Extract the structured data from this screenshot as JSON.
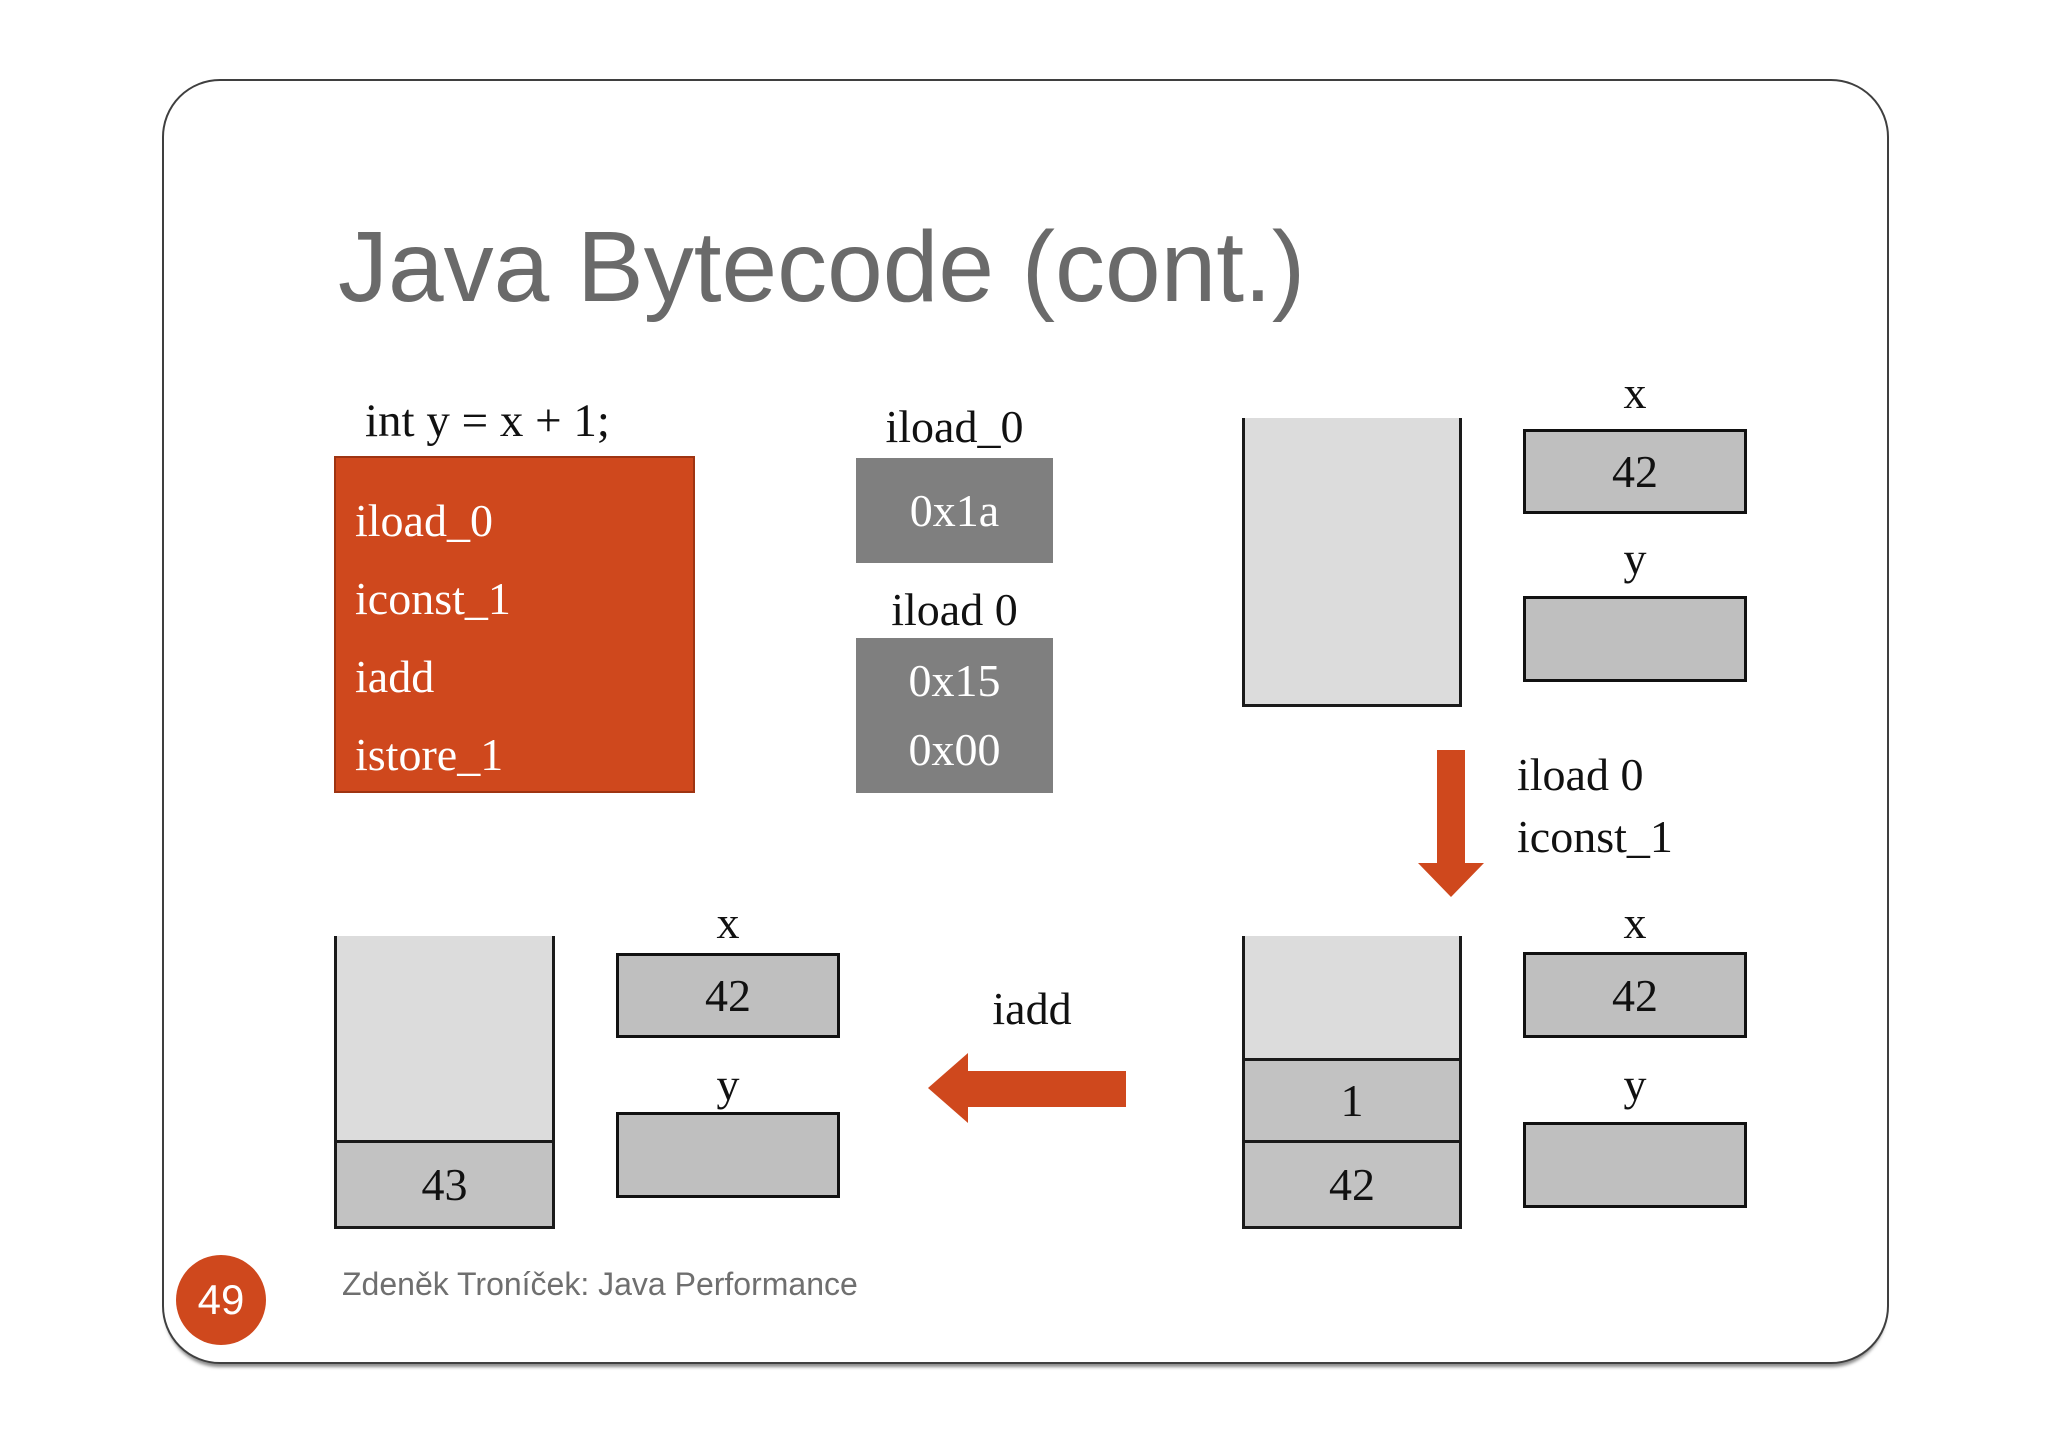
{
  "slide": {
    "title": "Java Bytecode (cont.)",
    "page_number": "49",
    "footer": "Zdeněk Troníček: Java Performance"
  },
  "source_code": "int y = x + 1;",
  "bytecode_box": {
    "lines": [
      "iload_0",
      "iconst_1",
      "iadd",
      "istore_1"
    ]
  },
  "encoding": {
    "iload0_label": "iload_0",
    "iload0_bytes": [
      "0x1a"
    ],
    "iload_label": "iload 0",
    "iload_bytes": [
      "0x15",
      "0x00"
    ]
  },
  "state_initial": {
    "x_label": "x",
    "x_value": "42",
    "y_label": "y",
    "y_value": ""
  },
  "transition_push": {
    "lines": [
      "iload 0",
      "iconst_1"
    ]
  },
  "state_pushed": {
    "stack": [
      "1",
      "42"
    ],
    "x_label": "x",
    "x_value": "42",
    "y_label": "y",
    "y_value": ""
  },
  "transition_add": {
    "label": "iadd"
  },
  "state_added": {
    "stack": [
      "43"
    ],
    "x_label": "x",
    "x_value": "42",
    "y_label": "y",
    "y_value": ""
  },
  "colors": {
    "accent_orange": "#CF481D",
    "byte_box_gray": "#7f7f7f",
    "stack_cell_gray": "#c2c2c2",
    "var_box_gray": "#bfbfbf",
    "stack_empty_gray": "#dcdcdc",
    "title_gray": "#6a6a6a"
  }
}
